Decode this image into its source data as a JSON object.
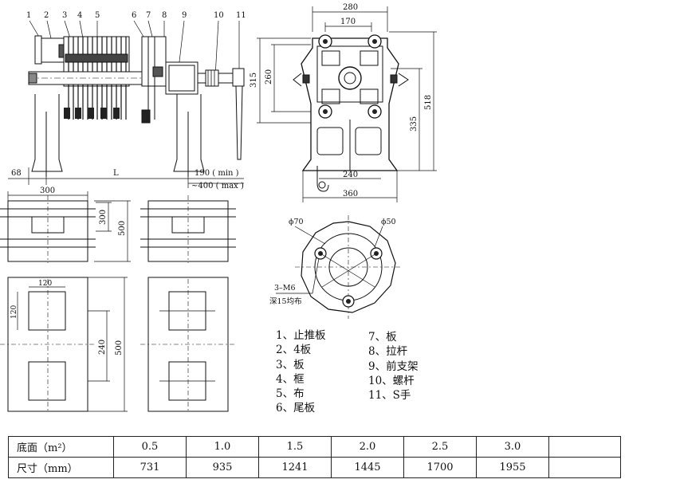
{
  "callouts": [
    "1",
    "2",
    "3",
    "4",
    "5",
    "6",
    "7",
    "8",
    "9",
    "10",
    "11"
  ],
  "dims": {
    "d68": "68",
    "dL": "L",
    "d190": "190 ( min )",
    "d400": "~400 ( max )",
    "d280": "280",
    "d170": "170",
    "d315": "315",
    "d260": "260",
    "d518": "518",
    "d335": "335",
    "d240a": "240",
    "d360": "360",
    "d300a": "300",
    "d300b": "300",
    "d500a": "500",
    "d120a": "120",
    "d120b": "120",
    "d240b": "240",
    "d500b": "500",
    "phi70": "ϕ70",
    "phi50": "ϕ50",
    "m6": "3–M6",
    "depth": "深15均布"
  },
  "legend_left": [
    "1、止推板",
    "2、4板",
    "3、板",
    "4、框",
    "5、布",
    "6、尾板"
  ],
  "legend_right": [
    "7、板",
    "8、拉杆",
    "9、前支架",
    "10、螺杆",
    "11、S手"
  ],
  "table": {
    "row1_header": "底面（m²）",
    "row2_header": "尺寸（mm）",
    "row1": [
      "0.5",
      "1.0",
      "1.5",
      "2.0",
      "2.5",
      "3.0",
      ""
    ],
    "row2": [
      "731",
      "935",
      "1241",
      "1445",
      "1700",
      "1955",
      ""
    ]
  }
}
